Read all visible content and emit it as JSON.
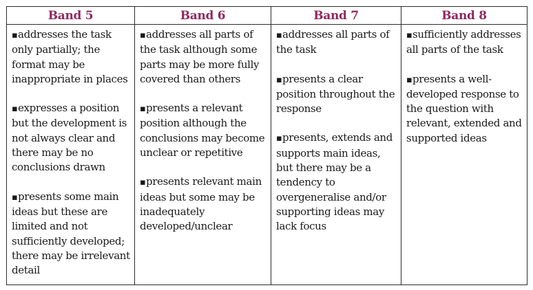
{
  "bands": [
    {
      "title": "Band 5",
      "points": [
        "addresses the task only partially; the format may be inappropriate in places",
        "expresses a position but the development is not always clear and there may be no conclusions drawn",
        "presents some main ideas but these are limited and not sufficiently developed; there may be irrelevant detail"
      ]
    },
    {
      "title": "Band 6",
      "points": [
        "addresses all parts of the task although some parts may be more fully covered than others",
        "presents a relevant position although the conclusions may become unclear or repetitive",
        "presents relevant main ideas but some may be inadequately developed/unclear"
      ]
    },
    {
      "title": "Band 7",
      "points": [
        "addresses all parts of the task",
        "presents a clear position throughout the response",
        "presents, extends and supports main ideas, but there may be a tendency to overgeneralise and/or supporting ideas may lack focus"
      ]
    },
    {
      "title": "Band 8",
      "points": [
        "sufficiently addresses all parts of the task",
        "presents a well-developed response to the question with relevant, extended and supported ideas"
      ]
    }
  ],
  "bullet_glyph": "▪",
  "colors": {
    "heading": "#8e2a5d",
    "text": "#1a1a1a",
    "border": "#2b2b2b"
  }
}
